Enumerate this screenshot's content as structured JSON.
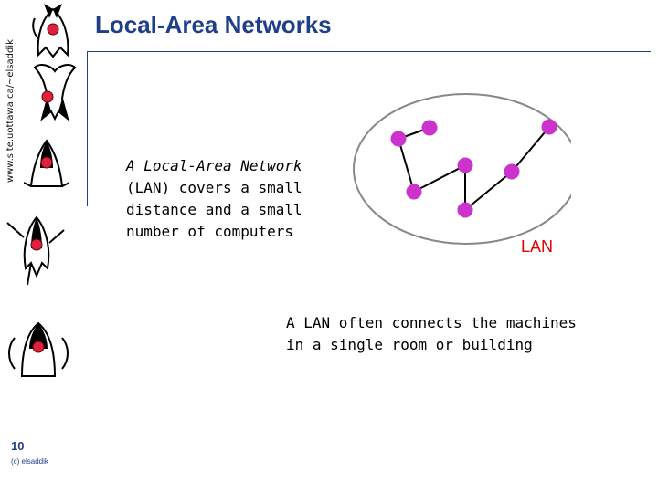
{
  "slide": {
    "side_url": "www.site.uottawa.ca/~elsaddik",
    "title": "Local-Area Networks",
    "text1_em": "A Local-Area Network",
    "text1_rest": "(LAN) covers a small distance and a small number of computers",
    "text2": "A LAN often connects the machines in a single room or building",
    "lan_label": "LAN",
    "page_number": "10",
    "copyright": "(c) elsaddik"
  },
  "colors": {
    "title": "#1f3f8a",
    "node": "#cc33cc",
    "lan_label": "#e00000"
  }
}
